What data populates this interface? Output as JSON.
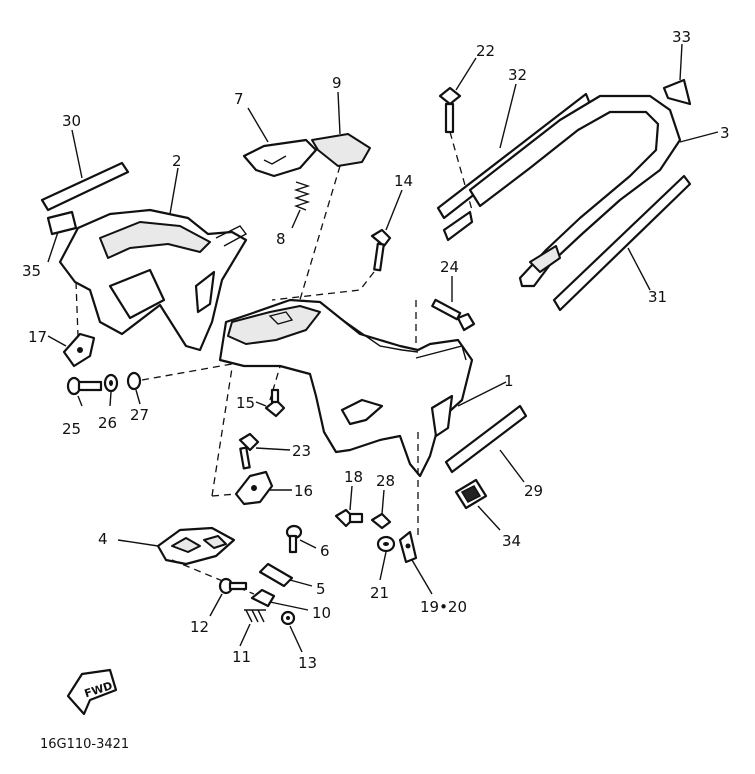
{
  "labels": {
    "p1": "1",
    "p2": "2",
    "p3": "3",
    "p4": "4",
    "p5": "5",
    "p6": "6",
    "p7": "7",
    "p8": "8",
    "p9": "9",
    "p10": "10",
    "p11": "11",
    "p12": "12",
    "p13": "13",
    "p14": "14",
    "p15": "15",
    "p16": "16",
    "p17": "17",
    "p18": "18",
    "p19_20": "19•20",
    "p21": "21",
    "p22": "22",
    "p23": "23",
    "p24": "24",
    "p25": "25",
    "p26": "26",
    "p27": "27",
    "p28": "28",
    "p29": "29",
    "p30": "30",
    "p31": "31",
    "p32": "32",
    "p33": "33",
    "p34": "34",
    "p35": "35"
  },
  "fwd_label": "FWD",
  "diagram_code": "16G110-3421"
}
